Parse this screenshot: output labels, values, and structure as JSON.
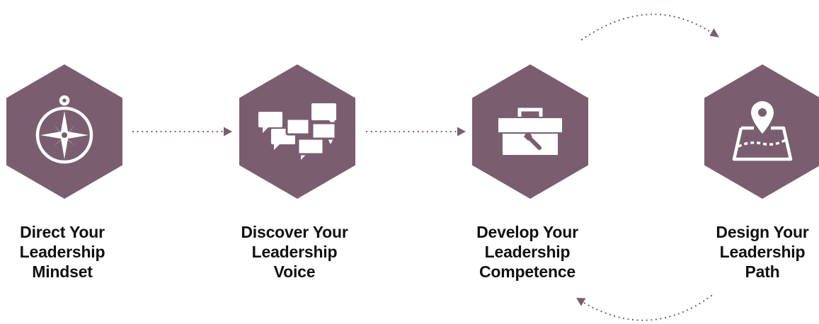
{
  "colors": {
    "hex_fill": "#7a5e70",
    "icon": "#ffffff",
    "label_text": "#111111",
    "connector": "#7a5e70"
  },
  "steps": [
    {
      "label": "Direct Your\nLeadership\nMindset",
      "icon": "compass-icon"
    },
    {
      "label": "Discover Your\nLeadership\nVoice",
      "icon": "speech-bubbles-icon"
    },
    {
      "label": "Develop Your\nLeadership\nCompetence",
      "icon": "toolbox-icon"
    },
    {
      "label": "Design Your\nLeadership\nPath",
      "icon": "map-pin-icon"
    }
  ]
}
